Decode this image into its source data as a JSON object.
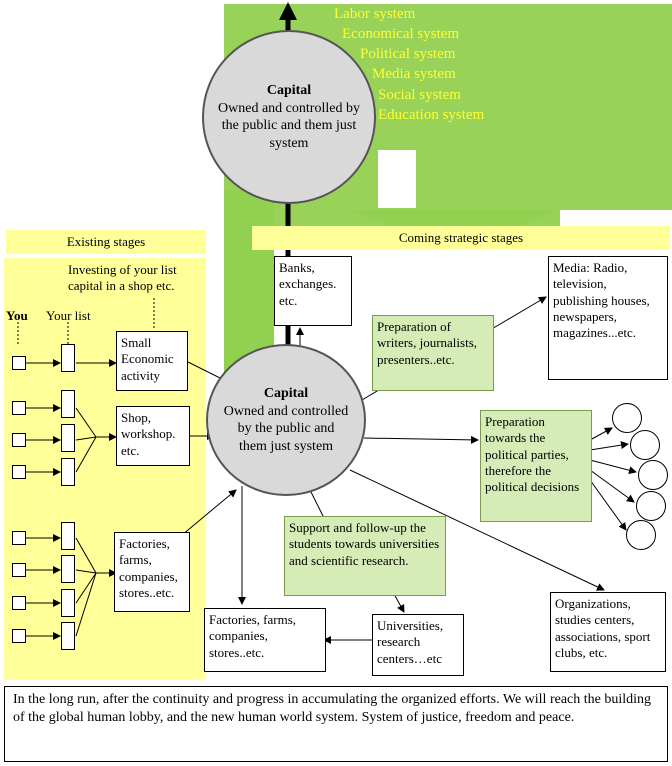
{
  "colors": {
    "green_band": "#92d050",
    "yellow_panel": "#ffff99",
    "yellow_text": "#ffff33",
    "light_green_box": "#d6ecb7",
    "circle_fill": "#d9d9d9"
  },
  "top_capital": {
    "title": "Capital",
    "body": "Owned and controlled by the public and them just system"
  },
  "center_capital": {
    "title": "Capital",
    "body": "Owned and controlled by the public and them just system"
  },
  "systems": [
    "Labor system",
    "Economical system",
    "Political system",
    "Media system",
    "Social system",
    "Education system"
  ],
  "existing_stages": "Existing stages",
  "coming_stages": "Coming strategic stages",
  "investing_note": "Investing of your list capital in a shop etc.",
  "you_label": "You",
  "your_list_label": "Your list",
  "small_economic": "Small Economic activity",
  "shop_workshop": "Shop, workshop. etc.",
  "factories_left": "Factories, farms, companies, stores..etc.",
  "banks": "Banks, exchanges. etc.",
  "prep_writers": "Preparation of writers, journalists, presenters..etc.",
  "media": "Media: Radio, television, publishing houses, newspapers, magazines...etc.",
  "prep_political": "Preparation towards the political parties, therefore the political decisions",
  "support_students": "Support and follow-up the students towards universities and scientific research.",
  "organizations": "Organizations, studies centers, associations, sport clubs, etc.",
  "universities": "Universities, research centers…etc",
  "factories_bottom": "Factories, farms, companies, stores..etc.",
  "footer": "In the long run, after the continuity and progress in accumulating the organized efforts. We will reach the building of the global human lobby, and the new human world system. System of justice, freedom and peace."
}
